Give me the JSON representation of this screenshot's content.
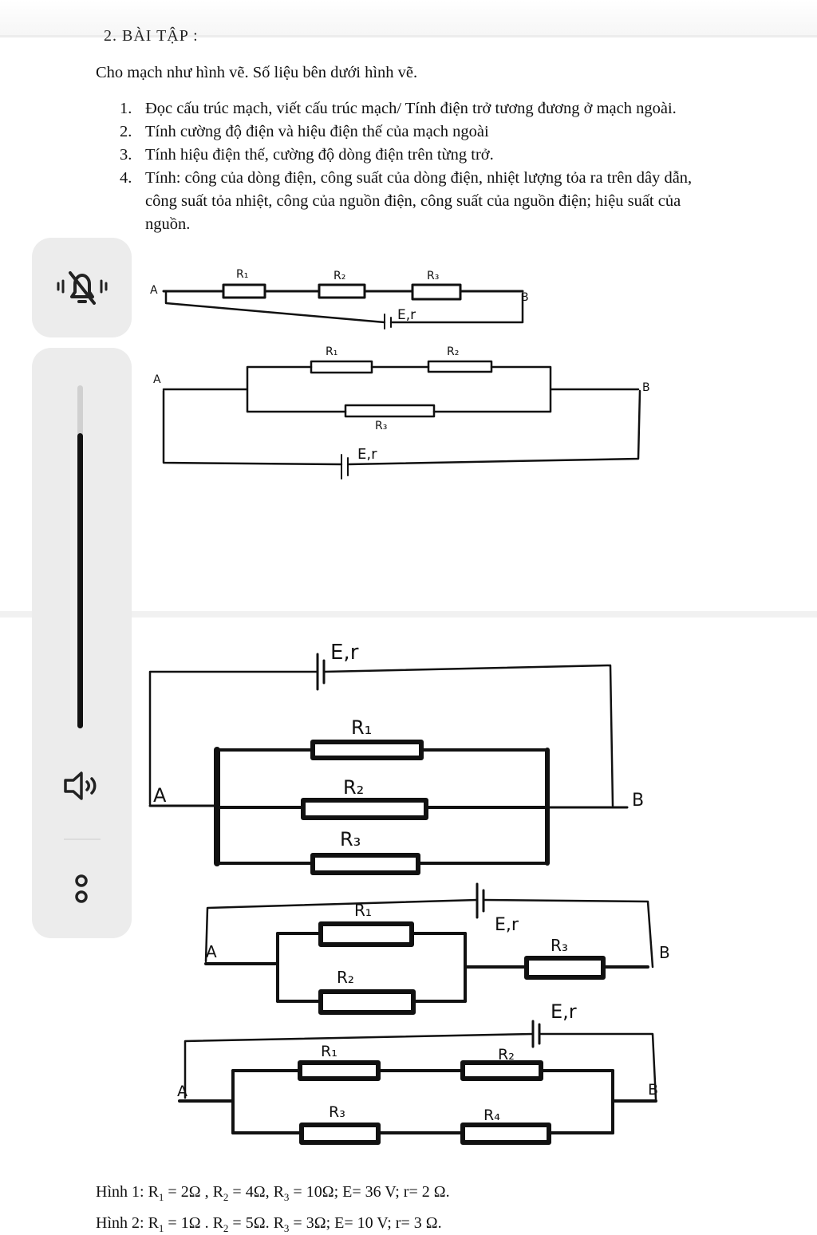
{
  "heading": "2. BÀI TẬP :",
  "intro": "Cho mạch như hình vẽ. Số liệu bên dưới hình vẽ.",
  "tasks": [
    {
      "num": "1.",
      "text": "Đọc cấu trúc mạch, viết cấu trúc mạch/ Tính điện trở tương đương ở mạch ngoài."
    },
    {
      "num": "2.",
      "text": "Tính cường độ điện và hiệu điện thế của mạch ngoài"
    },
    {
      "num": "3.",
      "text": "Tính hiệu điện thế, cường độ dòng điện trên từng trở."
    },
    {
      "num": "4.",
      "text": "Tính: công của dòng điện, công suất của dòng điện, nhiệt lượng tỏa ra trên dây dẫn, công suất tỏa nhiệt, công của nguồn điện, công suất của nguồn điện; hiệu suất của nguồn."
    }
  ],
  "labels": {
    "R1": "R₁",
    "R2": "R₂",
    "R3": "R₃",
    "R4": "R₄",
    "A": "A",
    "B": "B",
    "source": "E,r"
  },
  "footnotes": {
    "h1": {
      "prefix": "Hình 1: ",
      "R1": "2Ω",
      "R2": "4Ω",
      "R3": "10Ω",
      "E": "36 V",
      "r": "2 Ω"
    },
    "h2": {
      "prefix": "Hình 2: ",
      "R1": "1Ω",
      "R2": "5Ω",
      "R3": "3Ω",
      "E": "10 V",
      "r": "3 Ω"
    }
  },
  "volume": {
    "level": 0.86
  },
  "colors": {
    "ink": "#111111",
    "panel": "#ececec",
    "track": "#d0d0d0"
  },
  "icons": [
    "bell-off-icon",
    "speaker-icon",
    "more-options-icon"
  ]
}
